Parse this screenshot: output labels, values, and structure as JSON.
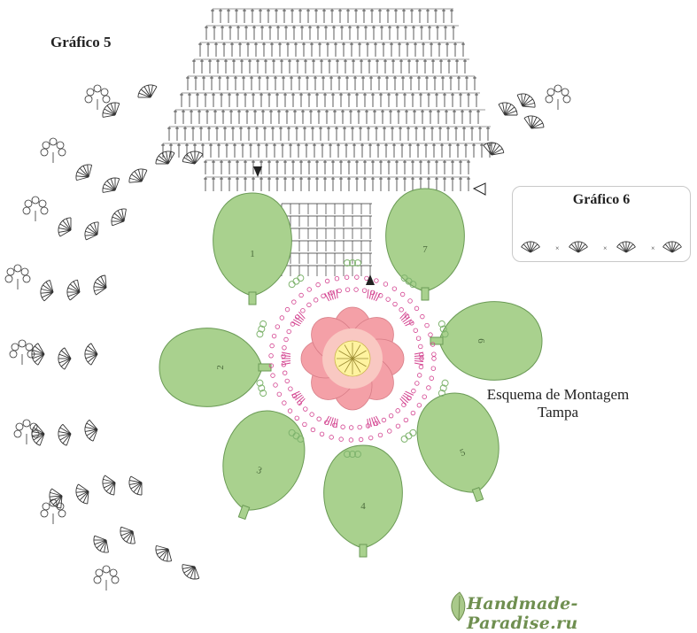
{
  "diagram": {
    "chart5_title": "Gráfico 5",
    "chart6_title": "Gráfico 6",
    "assembly_title_line1": "Esquema de Montagem",
    "assembly_title_line2": "Tampa",
    "watermark": "Handmade-Paradise.ru",
    "petal_numbers": [
      "1",
      "2",
      "3",
      "4",
      "5",
      "6",
      "7"
    ],
    "colors": {
      "leaf_fill": "#a9d18e",
      "leaf_stroke": "#6a9a55",
      "flower_outer": "#f4a0a7",
      "flower_inner": "#f9c8c2",
      "flower_center": "#fff3a0",
      "stitch_pink": "#d3428f",
      "stitch_green": "#7fb46e",
      "ink": "#333333"
    },
    "icons": [
      "crochet-fan-icon",
      "chain-stitch-icon",
      "double-crochet-icon",
      "picot-cluster-icon",
      "marker-triangle-icon"
    ]
  }
}
